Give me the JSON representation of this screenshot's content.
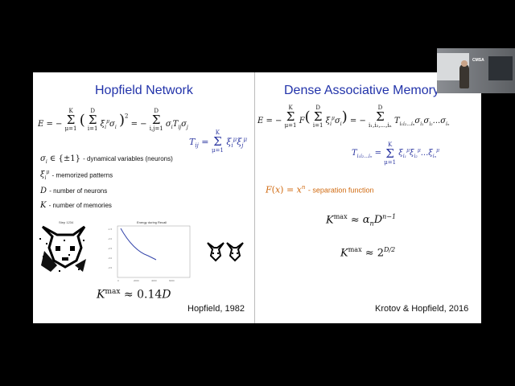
{
  "left": {
    "title": "Hopfield Network",
    "energy_eq": "E = − Σ_{μ=1}^{K} ( Σ_{i=1}^{D} ξ_i^μ σ_i )² = − Σ_{i,j=1}^{D} σ_i T_ij σ_j",
    "t_eq": "T_ij = Σ_{μ=1}^{K} ξ_i^μ ξ_j^μ",
    "defs": [
      {
        "sym": "σ_i ∈ {±1}",
        "text": "- dynamical variables (neurons)"
      },
      {
        "sym": "ξ_i^μ",
        "text": "- memorized patterns"
      },
      {
        "sym": "D",
        "text": "- number of neurons"
      },
      {
        "sym": "K",
        "text": "- number of memories"
      }
    ],
    "kmax": "K^max ≈ 0.14D",
    "citation": "Hopfield, 1982",
    "mini_chart_title": "Energy during Recall",
    "mini_img_label": "Step 1234"
  },
  "right": {
    "title": "Dense Associative Memory",
    "energy_eq": "E = − Σ_{μ=1}^{K} F( Σ_{i=1}^{D} ξ_i^μ σ_i ) = − Σ_{i1,i2,...,in}^{D} T_{i1 i2...in} σ_{i1} σ_{i2} ... σ_{in}",
    "t_eq": "T_{i1 i2...in} = Σ_{μ=1}^{K} ξ_{i1}^μ ξ_{i2}^μ ... ξ_{in}^μ",
    "f_eq": "F(x) = x^n",
    "f_note": "- separation function",
    "kmax1": "K^max ≈ α_n D^{n−1}",
    "kmax2": "K^max ≈ 2^{D/2}",
    "citation": "Krotov & Hopfield, 2016"
  },
  "camera_label": "CMSA"
}
